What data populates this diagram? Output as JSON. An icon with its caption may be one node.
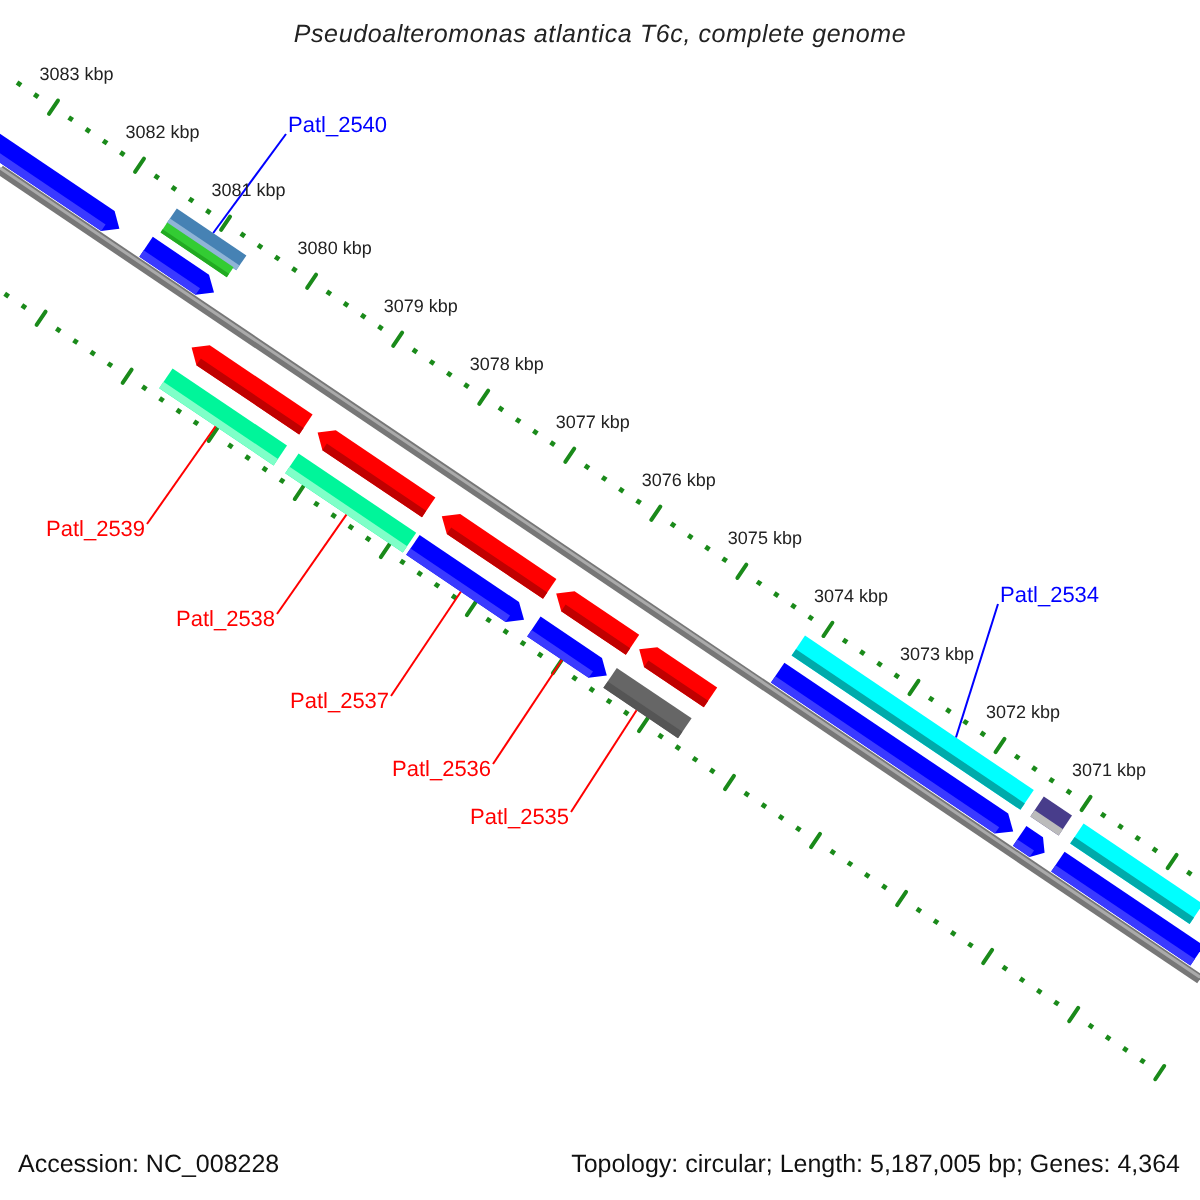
{
  "diagram": {
    "title": "Pseudoalteromonas atlantica T6c, complete genome",
    "nodes": [
      {
        "text": [
          "Patl_2540"
        ]
      },
      {
        "text": [
          "Patl_2539"
        ]
      },
      {
        "text": [
          "Patl_2538"
        ]
      },
      {
        "text": [
          "Patl_2537"
        ]
      },
      {
        "text": [
          "Patl_2536"
        ]
      },
      {
        "text": [
          "Patl_2535"
        ]
      },
      {
        "text": [
          "Patl_2534"
        ]
      },
      {
        "text": [],
        "shape": "bar"
      },
      {
        "text": [],
        "shape": "bar"
      },
      {
        "text": [],
        "shape": "bar"
      },
      {
        "text": [],
        "shape": "bar"
      },
      {
        "text": [],
        "shape": "bar"
      },
      {
        "text": [],
        "shape": "bar"
      },
      {
        "text": [],
        "shape": "bar"
      },
      {
        "text": [],
        "shape": "bar"
      },
      {
        "text": [],
        "shape": "bar"
      },
      {
        "text": [],
        "shape": "bar"
      },
      {
        "text": [],
        "shape": "bar"
      },
      {
        "text": [],
        "shape": "bar"
      },
      {
        "text": [],
        "shape": "bar"
      },
      {
        "text": [],
        "shape": "bar"
      },
      {
        "text": [],
        "shape": "bar"
      },
      {
        "text": [],
        "shape": "bar"
      },
      {
        "text": [],
        "shape": "bar"
      },
      {
        "text": [],
        "shape": "bar"
      },
      {
        "text": [],
        "shape": "bar"
      },
      {
        "text": [],
        "shape": "bar"
      }
    ],
    "edges": [
      {
        "from": 0,
        "to": 9,
        "arrow": "none",
        "color": "#0000ff"
      },
      {
        "from": 1,
        "to": 12,
        "arrow": "none"
      },
      {
        "from": 2,
        "to": 14,
        "arrow": "none"
      },
      {
        "from": 3,
        "to": 16,
        "arrow": "none"
      },
      {
        "from": 4,
        "to": 18,
        "arrow": "none"
      },
      {
        "from": 5,
        "to": 20,
        "arrow": "none"
      },
      {
        "from": 6,
        "to": 21,
        "arrow": "none",
        "color": "#0000ff"
      }
    ],
    "labels": [
      "3083 kbp",
      "3082 kbp",
      "3081 kbp",
      "3080 kbp",
      "3079 kbp",
      "3078 kbp",
      "3077 kbp",
      "3076 kbp",
      "3075 kbp",
      "3074 kbp",
      "3073 kbp",
      "3072 kbp",
      "3071 kbp",
      "Accession: NC_008228",
      "Topology: circular; Length: 5,187,005 bp; Genes: 4,364"
    ]
  }
}
